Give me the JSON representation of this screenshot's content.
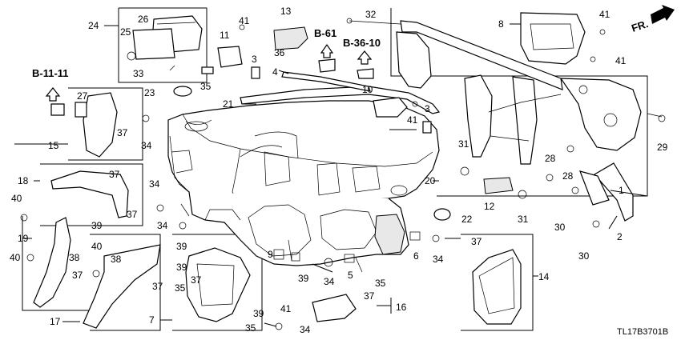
{
  "diagram": {
    "code": "TL17B3701B",
    "direction": "FR.",
    "refs": [
      "B-11-11",
      "B-61",
      "B-36-10"
    ],
    "callouts": [
      "1",
      "2",
      "3",
      "3",
      "4",
      "5",
      "6",
      "7",
      "8",
      "9",
      "10",
      "11",
      "12",
      "13",
      "14",
      "15",
      "16",
      "17",
      "18",
      "19",
      "20",
      "21",
      "22",
      "23",
      "24",
      "25",
      "26",
      "27",
      "28",
      "28",
      "29",
      "30",
      "30",
      "31",
      "31",
      "32",
      "33",
      "34",
      "34",
      "34",
      "34",
      "34",
      "34",
      "35",
      "35",
      "35",
      "35",
      "36",
      "37",
      "37",
      "37",
      "37",
      "37",
      "37",
      "37",
      "37",
      "38",
      "38",
      "39",
      "39",
      "39",
      "39",
      "39",
      "40",
      "40",
      "40",
      "41",
      "41",
      "41",
      "41",
      "41"
    ]
  }
}
